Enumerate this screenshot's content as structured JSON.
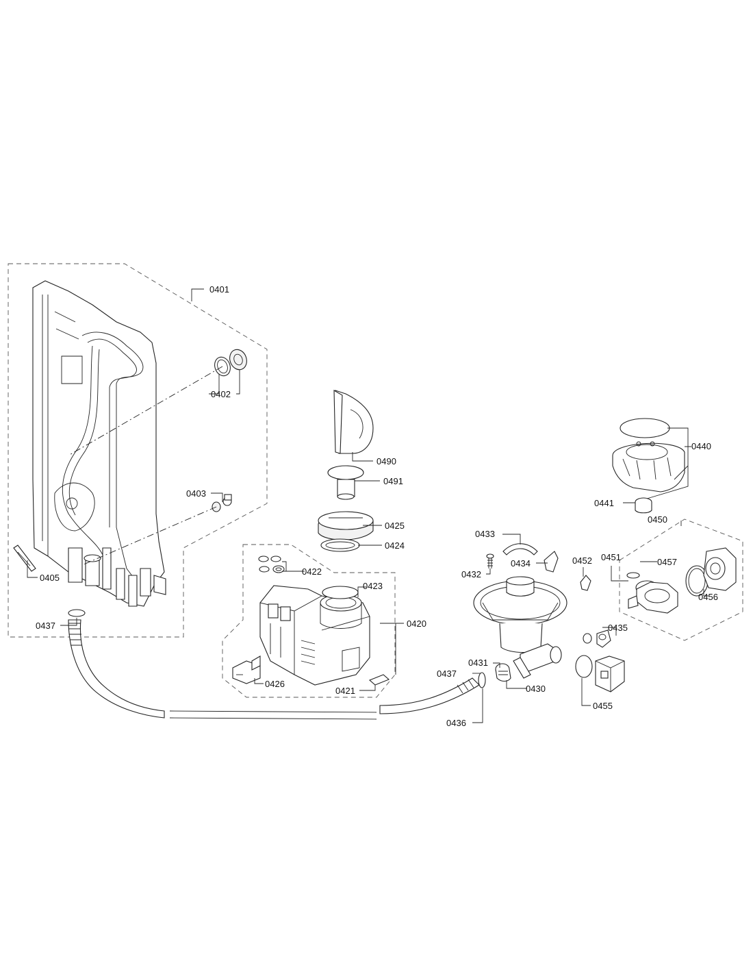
{
  "diagram": {
    "callouts": {
      "c0401": "0401",
      "c0402": "0402",
      "c0403": "0403",
      "c0405": "0405",
      "c0437a": "0437",
      "c0490": "0490",
      "c0491": "0491",
      "c0425": "0425",
      "c0424": "0424",
      "c0422": "0422",
      "c0423": "0423",
      "c0420": "0420",
      "c0426": "0426",
      "c0421": "0421",
      "c0433": "0433",
      "c0432": "0432",
      "c0434": "0434",
      "c0452": "0452",
      "c0451": "0451",
      "c0457": "0457",
      "c0456": "0456",
      "c0450": "0450",
      "c0440": "0440",
      "c0441": "0441",
      "c0435": "0435",
      "c0431": "0431",
      "c0437b": "0437",
      "c0430": "0430",
      "c0436": "0436",
      "c0455": "0455"
    }
  }
}
